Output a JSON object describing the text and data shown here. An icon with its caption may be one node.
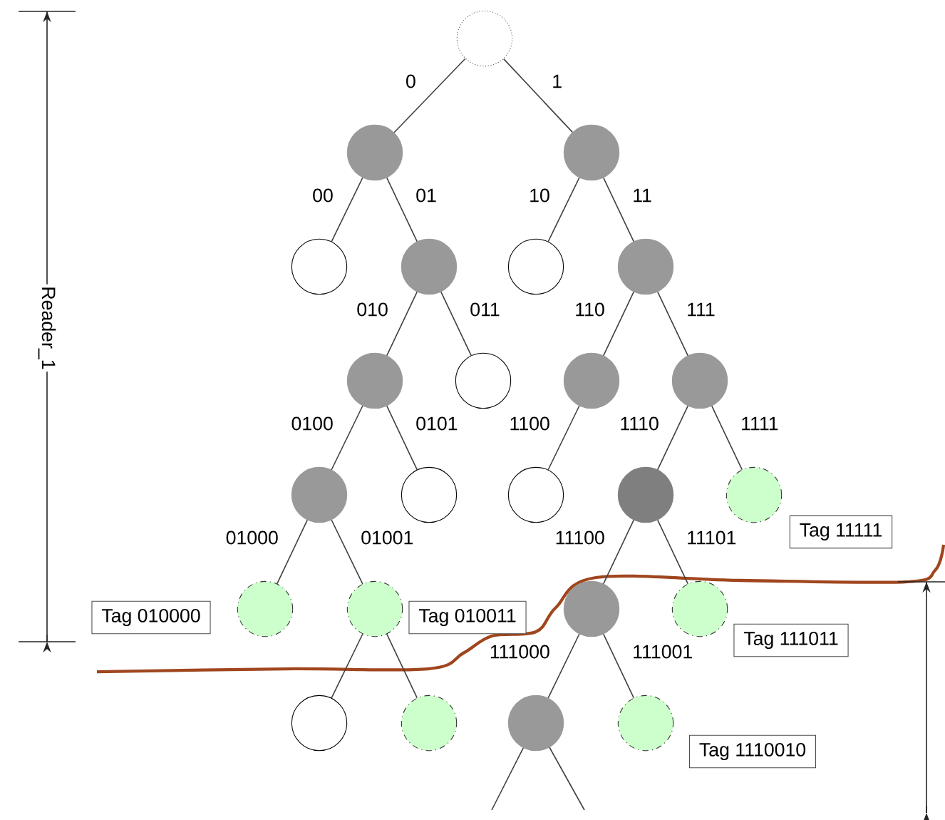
{
  "diagram": {
    "nodes": [
      {
        "text": [],
        "shape": "circle"
      },
      {
        "text": [],
        "shape": "circle"
      },
      {
        "text": [],
        "shape": "circle"
      },
      {
        "text": [],
        "shape": "circle"
      },
      {
        "text": [],
        "shape": "circle"
      },
      {
        "text": [],
        "shape": "circle"
      },
      {
        "text": [],
        "shape": "circle"
      },
      {
        "text": [],
        "shape": "circle"
      },
      {
        "text": [],
        "shape": "circle"
      },
      {
        "text": [],
        "shape": "circle"
      },
      {
        "text": [],
        "shape": "circle"
      },
      {
        "text": [],
        "shape": "circle"
      },
      {
        "text": [],
        "shape": "circle"
      },
      {
        "text": [],
        "shape": "circle"
      },
      {
        "text": [],
        "shape": "circle"
      },
      {
        "text": [],
        "shape": "circle"
      },
      {
        "text": [],
        "shape": "circle"
      },
      {
        "text": [],
        "shape": "circle"
      },
      {
        "text": [],
        "shape": "circle"
      },
      {
        "text": [],
        "shape": "circle"
      },
      {
        "text": [],
        "shape": "circle"
      },
      {
        "text": [],
        "shape": "circle"
      },
      {
        "text": [],
        "shape": "circle"
      },
      {
        "text": [],
        "shape": "circle"
      },
      {
        "text": [
          "Tag 11111"
        ]
      },
      {
        "text": [
          "Tag 010000"
        ]
      },
      {
        "text": [
          "Tag 010011"
        ]
      },
      {
        "text": [
          "Tag 111011"
        ]
      },
      {
        "text": [
          "Tag 1110010"
        ]
      }
    ],
    "edges": [
      {
        "from": 0,
        "to": 1,
        "arrow": "none",
        "label": "0"
      },
      {
        "from": 0,
        "to": 2,
        "arrow": "none",
        "label": "1"
      },
      {
        "from": 1,
        "to": 3,
        "arrow": "none",
        "label": "00"
      },
      {
        "from": 1,
        "to": 4,
        "arrow": "none",
        "label": "01"
      },
      {
        "from": 2,
        "to": 5,
        "arrow": "none",
        "label": "10"
      },
      {
        "from": 2,
        "to": 6,
        "arrow": "none",
        "label": "11"
      },
      {
        "from": 4,
        "to": 7,
        "arrow": "none",
        "label": "010"
      },
      {
        "from": 4,
        "to": 8,
        "arrow": "none",
        "label": "011"
      },
      {
        "from": 6,
        "to": 9,
        "arrow": "none",
        "label": "110"
      },
      {
        "from": 6,
        "to": 10,
        "arrow": "none",
        "label": "111"
      },
      {
        "from": 7,
        "to": 11,
        "arrow": "none",
        "label": "0100"
      },
      {
        "from": 7,
        "to": 12,
        "arrow": "none",
        "label": "0101"
      },
      {
        "from": 9,
        "to": 13,
        "arrow": "none",
        "label": "1100"
      },
      {
        "from": 10,
        "to": 14,
        "arrow": "none",
        "label": "1110"
      },
      {
        "from": 10,
        "to": 15,
        "arrow": "none",
        "label": "1111"
      },
      {
        "from": 11,
        "to": 16,
        "arrow": "none",
        "label": "01000"
      },
      {
        "from": 11,
        "to": 17,
        "arrow": "none",
        "label": "01001"
      },
      {
        "from": 14,
        "to": 18,
        "arrow": "none",
        "label": "11100"
      },
      {
        "from": 14,
        "to": 19,
        "arrow": "none",
        "label": "11101"
      },
      {
        "from": 17,
        "to": 20,
        "arrow": "none"
      },
      {
        "from": 17,
        "to": 21,
        "arrow": "none"
      },
      {
        "from": 18,
        "to": 22,
        "arrow": "none",
        "label": "111000"
      },
      {
        "from": 18,
        "to": 23,
        "arrow": "none",
        "label": "111001"
      },
      {
        "from": 22,
        "to": null,
        "arrow": "none"
      },
      {
        "from": 22,
        "to": null,
        "arrow": "none"
      }
    ],
    "labels": [
      "Reader_1"
    ]
  }
}
